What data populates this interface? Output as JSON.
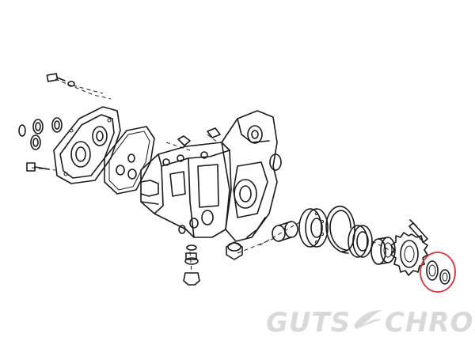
{
  "watermark": {
    "left": "GUTS",
    "right": "CHROME",
    "color": "#d9d9d9"
  },
  "highlight": {
    "color": "#d6343a",
    "target": "highlighted-seal-and-spacer"
  },
  "diagram": {
    "subject": "transmission-case-exploded-view",
    "line_color": "#1a1a1a",
    "background": "#ffffff"
  }
}
